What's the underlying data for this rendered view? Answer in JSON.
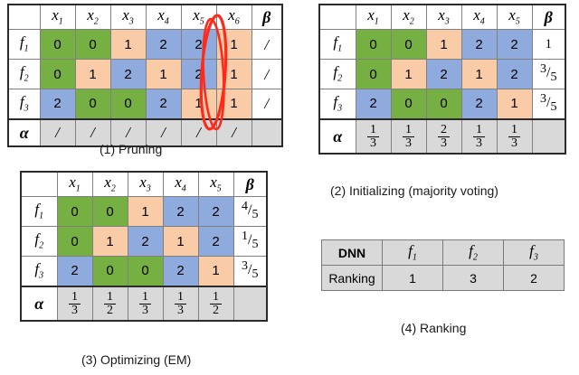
{
  "colors": {
    "value_0": "#76B043",
    "value_1": "#F9CBA7",
    "value_2": "#8FAADC",
    "grey": "#d9d9d9",
    "annotation_red": "#FF2A1C",
    "border": "#2b2b2b"
  },
  "panel1": {
    "caption": "(1) Pruning",
    "corner": "",
    "col_headers": [
      "x1",
      "x2",
      "x3",
      "x4",
      "x5",
      "x6"
    ],
    "beta_header": "β",
    "row_label_alpha": "α",
    "rows": [
      {
        "label": "f1",
        "values": [
          0,
          0,
          1,
          2,
          2,
          1
        ],
        "beta": "/"
      },
      {
        "label": "f2",
        "values": [
          0,
          1,
          2,
          1,
          2,
          1
        ],
        "beta": "/"
      },
      {
        "label": "f3",
        "values": [
          2,
          0,
          0,
          2,
          1,
          1
        ],
        "beta": "/"
      }
    ],
    "alpha": [
      "/",
      "/",
      "/",
      "/",
      "/",
      "/"
    ],
    "alpha_beta": "",
    "annotation": "red-ellipse-over-x6-column"
  },
  "panel2": {
    "caption": "(2) Initializing (majority voting)",
    "corner": "",
    "col_headers": [
      "x1",
      "x2",
      "x3",
      "x4",
      "x5"
    ],
    "beta_header": "β",
    "row_label_alpha": "α",
    "rows": [
      {
        "label": "f1",
        "values": [
          0,
          0,
          1,
          2,
          2
        ],
        "beta": "1",
        "beta_num": "",
        "beta_den": ""
      },
      {
        "label": "f2",
        "values": [
          0,
          1,
          2,
          1,
          2
        ],
        "beta": "",
        "beta_num": "3",
        "beta_den": "5"
      },
      {
        "label": "f3",
        "values": [
          2,
          0,
          0,
          2,
          1
        ],
        "beta": "",
        "beta_num": "3",
        "beta_den": "5"
      }
    ],
    "alpha_num": [
      "1",
      "1",
      "2",
      "1",
      "1"
    ],
    "alpha_den": [
      "3",
      "3",
      "3",
      "3",
      "3"
    ],
    "alpha_beta": ""
  },
  "panel3": {
    "caption": "(3) Optimizing (EM)",
    "corner": "",
    "col_headers": [
      "x1",
      "x2",
      "x3",
      "x4",
      "x5"
    ],
    "beta_header": "β",
    "row_label_alpha": "α",
    "rows": [
      {
        "label": "f1",
        "values": [
          0,
          0,
          1,
          2,
          2
        ],
        "beta": "",
        "beta_num": "4",
        "beta_den": "5"
      },
      {
        "label": "f2",
        "values": [
          0,
          1,
          2,
          1,
          2
        ],
        "beta": "",
        "beta_num": "1",
        "beta_den": "5"
      },
      {
        "label": "f3",
        "values": [
          2,
          0,
          0,
          2,
          1
        ],
        "beta": "",
        "beta_num": "3",
        "beta_den": "5"
      }
    ],
    "alpha_num": [
      "1",
      "1",
      "1",
      "1",
      "1"
    ],
    "alpha_den": [
      "3",
      "2",
      "3",
      "3",
      "2"
    ],
    "alpha_beta": ""
  },
  "panel4": {
    "caption": "(4) Ranking",
    "header": [
      "DNN",
      "f1",
      "f2",
      "f3"
    ],
    "row_label": "Ranking",
    "rankings": [
      "1",
      "3",
      "2"
    ]
  }
}
